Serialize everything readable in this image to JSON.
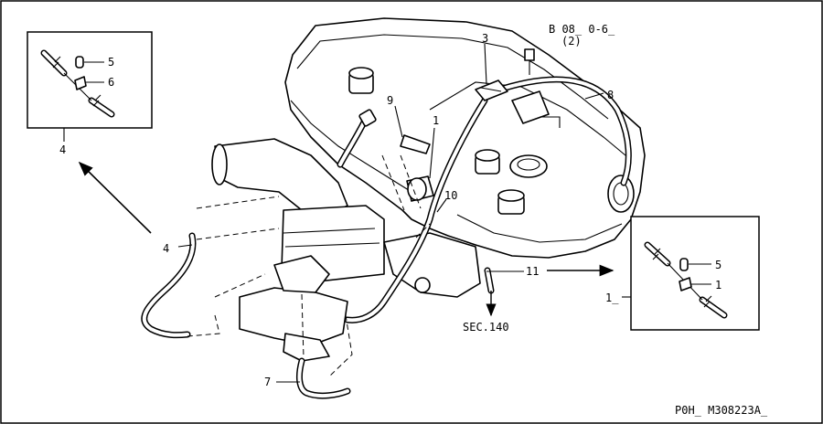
{
  "header": {
    "ref_code_line1": "B 08_ 0-6_",
    "ref_code_line2": "(2)"
  },
  "callouts": {
    "c1_main": "1",
    "c3": "3",
    "c4_main": "4",
    "c7": "7",
    "c8": "8",
    "c9": "9",
    "c10": "10",
    "c11": "11"
  },
  "detail_left": {
    "callout_id": "4",
    "labels": {
      "a": "5",
      "b": "6"
    }
  },
  "detail_right": {
    "callout_id": "1_",
    "labels": {
      "a": "5",
      "b": "1"
    }
  },
  "section_ref": "SEC.140",
  "footer": {
    "part_code": "P0H_ M308223A_"
  }
}
